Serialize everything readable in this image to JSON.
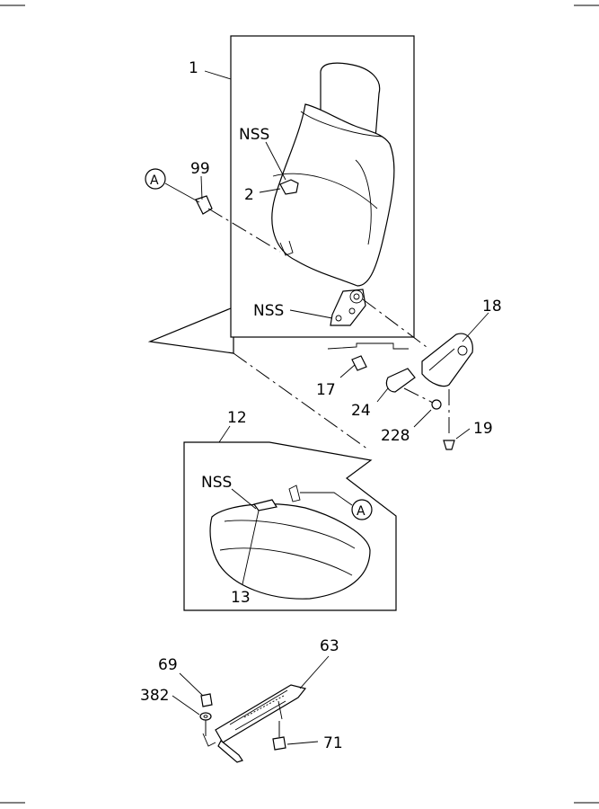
{
  "labels": {
    "p1": "1",
    "p2": "2",
    "p99": "99",
    "ref_a_top": "A",
    "nss_back": "NSS",
    "nss_hinge": "NSS",
    "p18": "18",
    "p17": "17",
    "p24": "24",
    "p228": "228",
    "p19": "19",
    "p12": "12",
    "nss_cushion": "NSS",
    "ref_a_cushion": "A",
    "p13": "13",
    "p63": "63",
    "p69": "69",
    "p382": "382",
    "p71": "71"
  }
}
